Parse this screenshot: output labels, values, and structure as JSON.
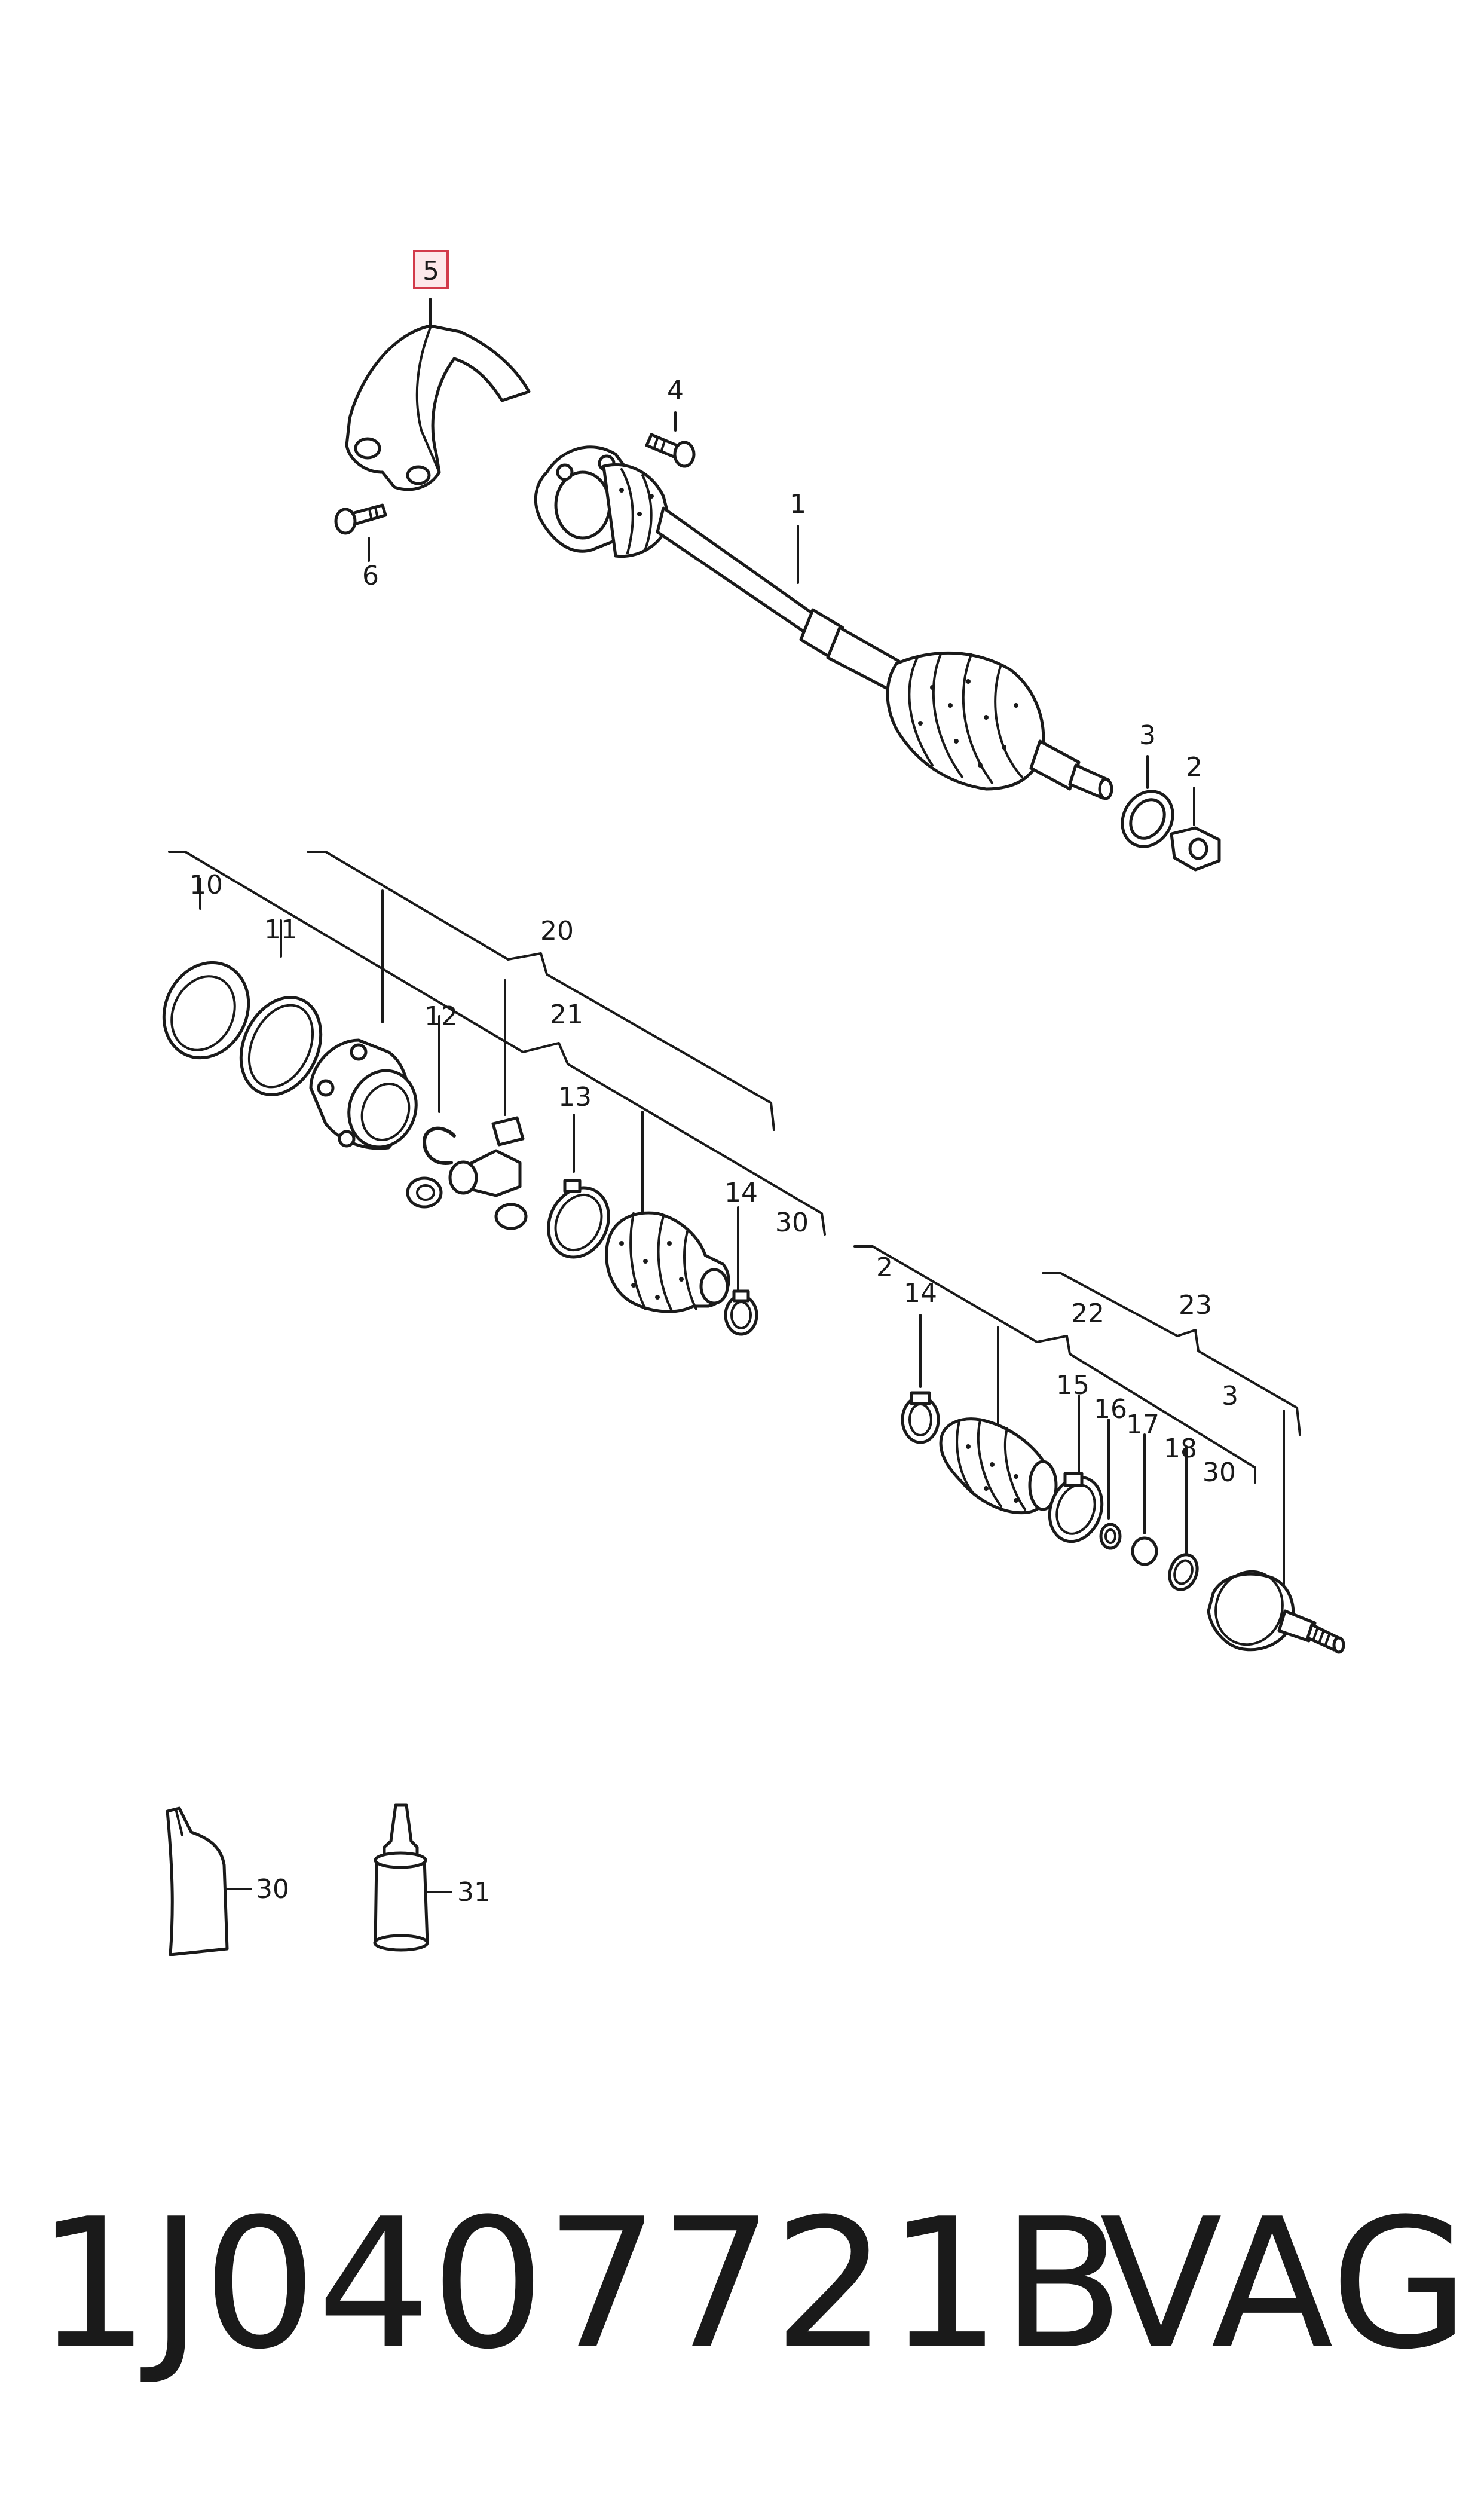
{
  "callouts": {
    "c5": "5",
    "c4": "4",
    "c6": "6",
    "c1": "1",
    "c3a": "3",
    "c2a": "2",
    "c10": "10",
    "c11": "11",
    "c20": "20",
    "c21": "21",
    "c12": "12",
    "c13": "13",
    "c14a": "14",
    "c30a": "30",
    "c2b": "2",
    "c14b": "14",
    "c22": "22",
    "c23": "23",
    "c3b": "3",
    "c15": "15",
    "c16": "16",
    "c17": "17",
    "c18": "18",
    "c30b": "30",
    "c30c": "30",
    "c31": "31"
  },
  "highlighted_callout": "5",
  "footer": {
    "part_number": "1J0407721B",
    "brand": "VAG"
  }
}
